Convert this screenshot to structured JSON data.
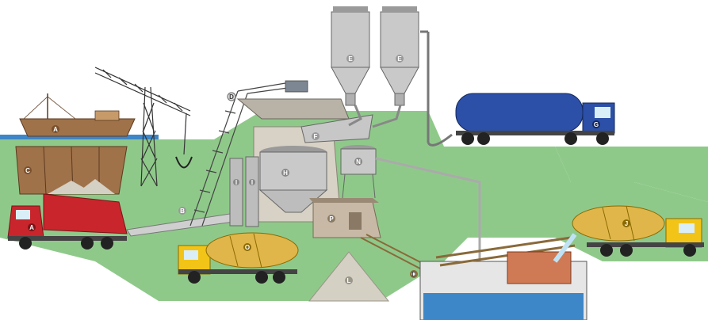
{
  "labels": {
    "ship": "A",
    "dump_truck": "A",
    "bins": "C",
    "conveyor_top": "D",
    "conveyor_mid": "B",
    "silo_left": "E",
    "silo_right": "E",
    "hopper": "F",
    "tanker": "G",
    "mixer_hopper": "H",
    "silo_small_1": "I",
    "silo_small_2": "I",
    "truck_left": "O",
    "truck_right": "J",
    "pile": "L",
    "water_tank": "N",
    "control_room": "P",
    "conveyor_low": "D",
    "bottom_text_1": "",
    "bottom_text_2": ""
  },
  "colors": {
    "ground": "#8fc98a",
    "water": "#3d86c8",
    "truck_red": "#c8262c",
    "truck_yellow": "#f2c417",
    "tanker_blue": "#2c4fa8",
    "steel": "#b9b9b9",
    "wood": "#a0724a"
  }
}
